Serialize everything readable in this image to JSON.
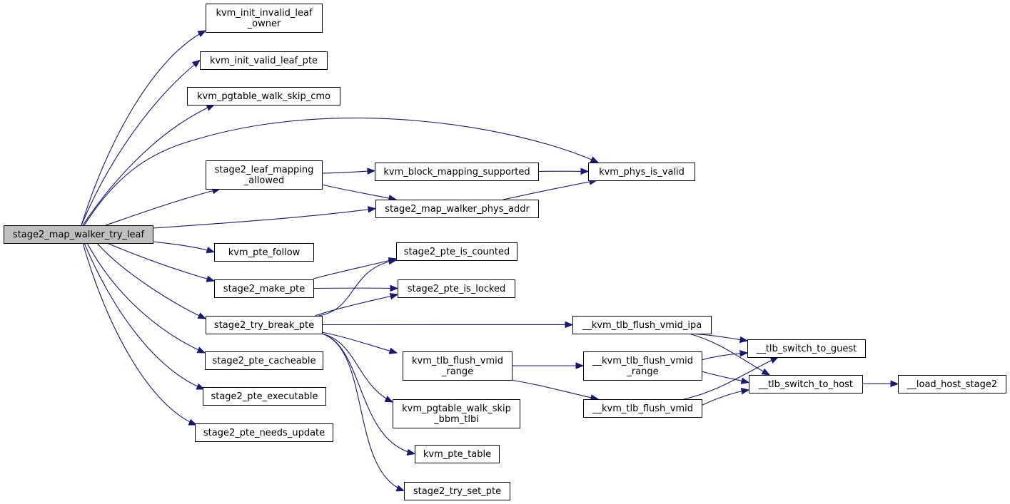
{
  "graph": {
    "nodes": [
      {
        "id": "root",
        "lines": [
          "stage2_map_walker_try_leaf"
        ]
      },
      {
        "id": "init_invalid",
        "lines": [
          "kvm_init_invalid_leaf",
          "_owner"
        ]
      },
      {
        "id": "init_valid",
        "lines": [
          "kvm_init_valid_leaf_pte"
        ]
      },
      {
        "id": "skip_cmo",
        "lines": [
          "kvm_pgtable_walk_skip_cmo"
        ]
      },
      {
        "id": "leaf_mapping",
        "lines": [
          "stage2_leaf_mapping",
          "_allowed"
        ]
      },
      {
        "id": "block_mapping",
        "lines": [
          "kvm_block_mapping_supported"
        ]
      },
      {
        "id": "phys_valid",
        "lines": [
          "kvm_phys_is_valid"
        ]
      },
      {
        "id": "phys_addr",
        "lines": [
          "stage2_map_walker_phys_addr"
        ]
      },
      {
        "id": "pte_follow",
        "lines": [
          "kvm_pte_follow"
        ]
      },
      {
        "id": "is_counted",
        "lines": [
          "stage2_pte_is_counted"
        ]
      },
      {
        "id": "make_pte",
        "lines": [
          "stage2_make_pte"
        ]
      },
      {
        "id": "is_locked",
        "lines": [
          "stage2_pte_is_locked"
        ]
      },
      {
        "id": "try_break",
        "lines": [
          "stage2_try_break_pte"
        ]
      },
      {
        "id": "flush_ipa",
        "lines": [
          "__kvm_tlb_flush_vmid_ipa"
        ]
      },
      {
        "id": "switch_guest",
        "lines": [
          "__tlb_switch_to_guest"
        ]
      },
      {
        "id": "cacheable",
        "lines": [
          "stage2_pte_cacheable"
        ]
      },
      {
        "id": "flush_range",
        "lines": [
          "kvm_tlb_flush_vmid",
          "_range"
        ]
      },
      {
        "id": "flush_range2",
        "lines": [
          "__kvm_tlb_flush_vmid",
          "_range"
        ]
      },
      {
        "id": "switch_host",
        "lines": [
          "__tlb_switch_to_host"
        ]
      },
      {
        "id": "load_host",
        "lines": [
          "__load_host_stage2"
        ]
      },
      {
        "id": "executable",
        "lines": [
          "stage2_pte_executable"
        ]
      },
      {
        "id": "skip_bbm",
        "lines": [
          "kvm_pgtable_walk_skip",
          "_bbm_tlbi"
        ]
      },
      {
        "id": "flush_vmid",
        "lines": [
          "__kvm_tlb_flush_vmid"
        ]
      },
      {
        "id": "needs_update",
        "lines": [
          "stage2_pte_needs_update"
        ]
      },
      {
        "id": "pte_table",
        "lines": [
          "kvm_pte_table"
        ]
      },
      {
        "id": "try_set",
        "lines": [
          "stage2_try_set_pte"
        ]
      }
    ],
    "edges": [
      [
        "root",
        "init_invalid"
      ],
      [
        "root",
        "init_valid"
      ],
      [
        "root",
        "skip_cmo"
      ],
      [
        "root",
        "phys_valid"
      ],
      [
        "root",
        "leaf_mapping"
      ],
      [
        "root",
        "phys_addr"
      ],
      [
        "root",
        "pte_follow"
      ],
      [
        "root",
        "make_pte"
      ],
      [
        "root",
        "try_break"
      ],
      [
        "root",
        "cacheable"
      ],
      [
        "root",
        "executable"
      ],
      [
        "root",
        "needs_update"
      ],
      [
        "leaf_mapping",
        "block_mapping"
      ],
      [
        "leaf_mapping",
        "phys_addr"
      ],
      [
        "block_mapping",
        "phys_valid"
      ],
      [
        "phys_addr",
        "phys_valid"
      ],
      [
        "make_pte",
        "is_counted"
      ],
      [
        "make_pte",
        "is_locked"
      ],
      [
        "try_break",
        "is_counted"
      ],
      [
        "try_break",
        "is_locked"
      ],
      [
        "try_break",
        "flush_ipa"
      ],
      [
        "try_break",
        "flush_range"
      ],
      [
        "try_break",
        "skip_bbm"
      ],
      [
        "try_break",
        "pte_table"
      ],
      [
        "try_break",
        "try_set"
      ],
      [
        "flush_ipa",
        "switch_guest"
      ],
      [
        "flush_ipa",
        "switch_host"
      ],
      [
        "flush_range",
        "flush_range2"
      ],
      [
        "flush_range",
        "flush_vmid"
      ],
      [
        "flush_range2",
        "switch_guest"
      ],
      [
        "flush_range2",
        "switch_host"
      ],
      [
        "flush_vmid",
        "switch_guest"
      ],
      [
        "flush_vmid",
        "switch_host"
      ],
      [
        "switch_host",
        "load_host"
      ]
    ]
  }
}
